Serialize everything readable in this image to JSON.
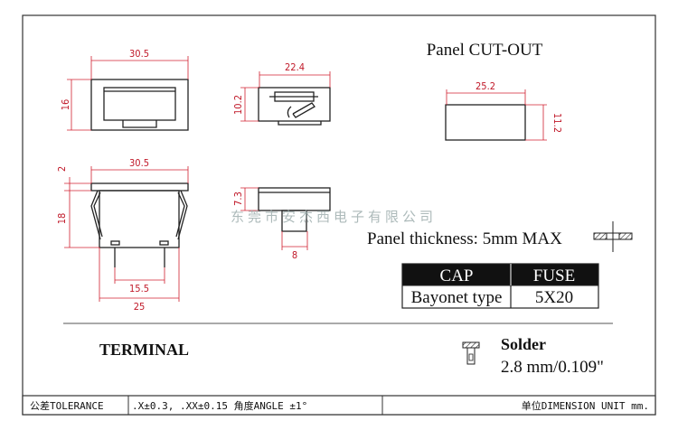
{
  "drawing": {
    "panel_cutout_title": "Panel CUT-OUT",
    "watermark": "东莞市安杰西电子有限公司",
    "panel_thickness": "Panel thickness: 5mm MAX",
    "dimensions": {
      "front_width": "30.5",
      "front_height": "16",
      "side_width": "22.4",
      "side_height": "10.2",
      "body_width": "30.5",
      "flange_thickness": "2",
      "body_height": "18",
      "pin_spacing": "15.5",
      "body_bottom_width": "25",
      "side_depth": "7.3",
      "stem_width": "8",
      "cutout_width": "25.2",
      "cutout_height": "11.2"
    },
    "spec_table": {
      "headers": [
        "CAP",
        "FUSE"
      ],
      "row": [
        "Bayonet type",
        "5X20"
      ]
    },
    "terminal": {
      "label": "TERMINAL",
      "type": "Solder",
      "size": "2.8 mm/0.109\""
    },
    "footer": {
      "tolerance_label": "公差TOLERANCE",
      "tolerance_value": ".X±0.3, .XX±0.15  角度ANGLE ±1°",
      "unit": "单位DIMENSION UNIT mm."
    }
  }
}
